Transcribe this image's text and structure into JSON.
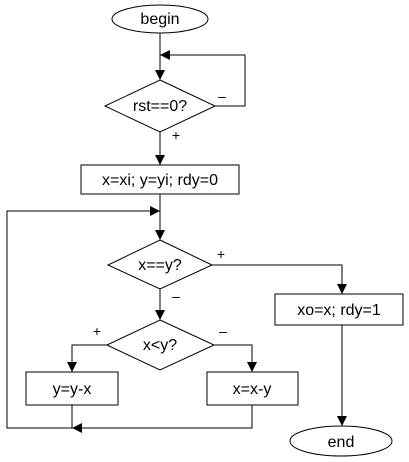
{
  "nodes": {
    "begin": "begin",
    "rst_check": "rst==0?",
    "init": "x=xi; y=yi; rdy=0",
    "eq_check": "x==y?",
    "lt_check": "x<y?",
    "sub_y": "y=y-x",
    "sub_x": "x=x-y",
    "output": "xo=x; rdy=1",
    "end": "end"
  },
  "branch_labels": {
    "rst_no": "–",
    "rst_yes": "+",
    "eq_yes": "+",
    "eq_no": "–",
    "lt_yes": "+",
    "lt_no": "–"
  }
}
